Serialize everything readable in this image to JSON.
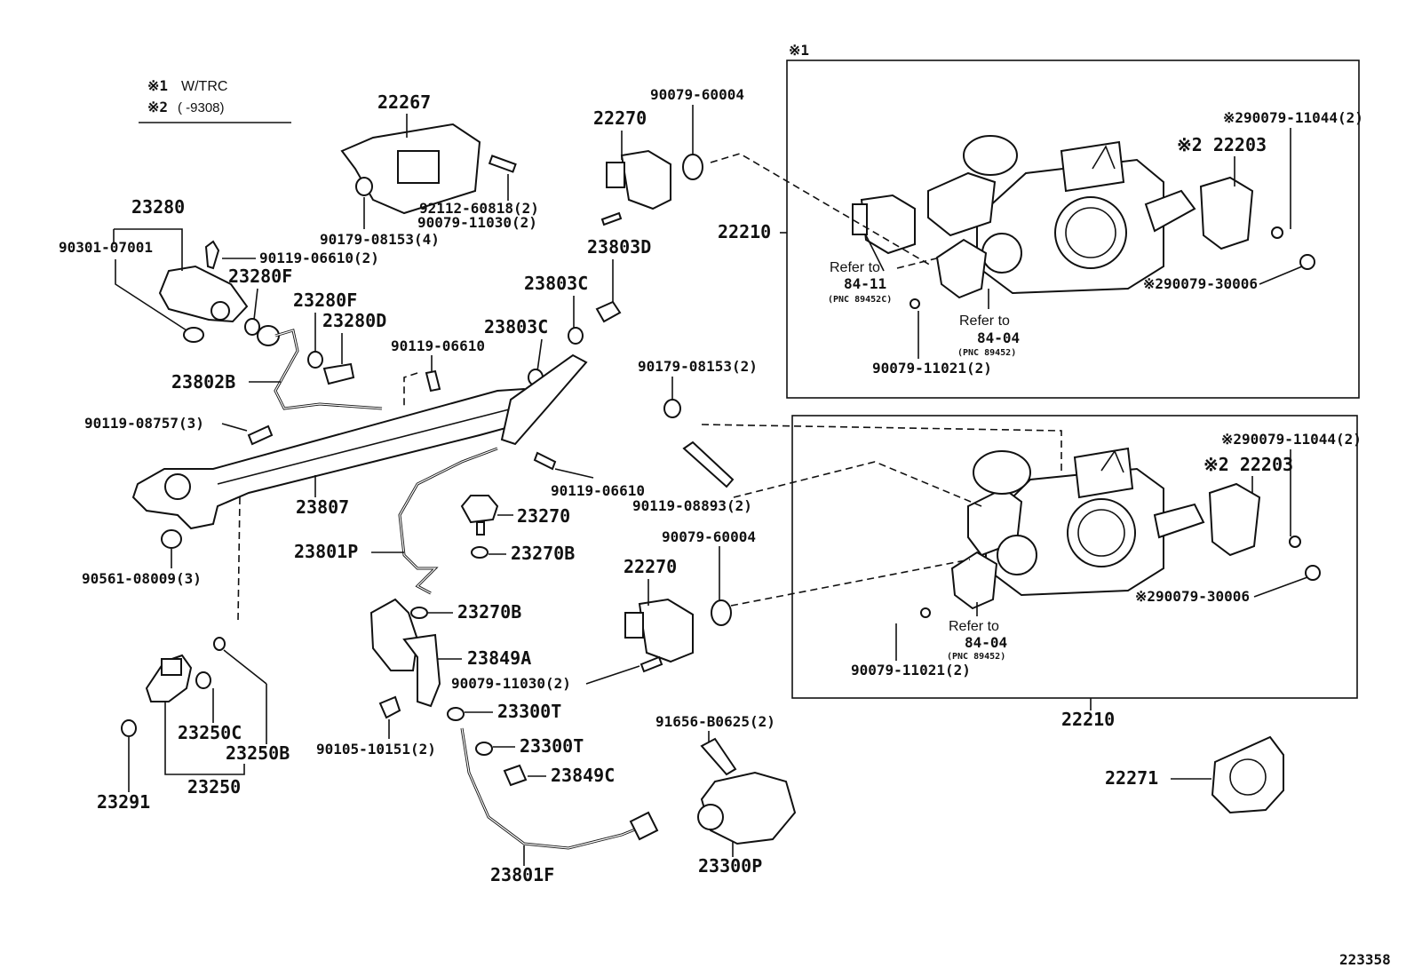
{
  "legend": {
    "note1_mark": "※1",
    "note1_text": "W/TRC",
    "note2_mark": "※2",
    "note2_text": "(      -9308)"
  },
  "box_marker": "※1",
  "labels": {
    "p22267": "22267",
    "p22270_top": "22270",
    "p90079_60004_top": "90079-60004",
    "p92112_60818": "92112-60818(2)",
    "p90079_11030_top": "90079-11030(2)",
    "p90179_08153_4": "90179-08153(4)",
    "p23280": "23280",
    "p90301_07001": "90301-07001",
    "p90119_06610_2": "90119-06610(2)",
    "p23280F_a": "23280F",
    "p23280F_b": "23280F",
    "p23280D": "23280D",
    "p23802B": "23802B",
    "p90119_06610_a": "90119-06610",
    "p23803C_a": "23803C",
    "p23803C_b": "23803C",
    "p23803D": "23803D",
    "p90119_08757": "90119-08757(3)",
    "p23807": "23807",
    "p90561_08009": "90561-08009(3)",
    "p23801P": "23801P",
    "p23270": "23270",
    "p23270B_a": "23270B",
    "p23270B_b": "23270B",
    "p90119_06610_b": "90119-06610",
    "p90179_08153_2": "90179-08153(2)",
    "p90119_08893": "90119-08893(2)",
    "p23849A": "23849A",
    "p90079_11030_bot": "90079-11030(2)",
    "p23300T_a": "23300T",
    "p23300T_b": "23300T",
    "p23849C": "23849C",
    "p90105_10151": "90105-10151(2)",
    "p23250C": "23250C",
    "p23250B": "23250B",
    "p23250": "23250",
    "p23291": "23291",
    "p23801F": "23801F",
    "p91656_B0625": "91656-B0625(2)",
    "p23300P": "23300P",
    "p90079_60004_bot": "90079-60004",
    "p22270_bot": "22270",
    "p22210_a": "22210",
    "p22210_b": "22210",
    "p22271": "22271",
    "p2_90079_11044_a": "※290079-11044(2)",
    "p2_22203_a": "※2 22203",
    "p2_90079_30006_a": "※290079-30006",
    "p2_90079_11044_b": "※290079-11044(2)",
    "p2_22203_b": "※2 22203",
    "p2_90079_30006_b": "※290079-30006",
    "refer_a1": "Refer to",
    "refer_a2": "84-11",
    "refer_a3": "(PNC 89452C)",
    "refer_b1": "Refer to",
    "refer_b2": "84-04",
    "refer_b3": "(PNC 89452)",
    "refer_c1": "Refer to",
    "refer_c2": "84-04",
    "refer_c3": "(PNC 89452)",
    "p90079_11021_a": "90079-11021(2)",
    "p90079_11021_b": "90079-11021(2)"
  },
  "figure_number": "223358"
}
